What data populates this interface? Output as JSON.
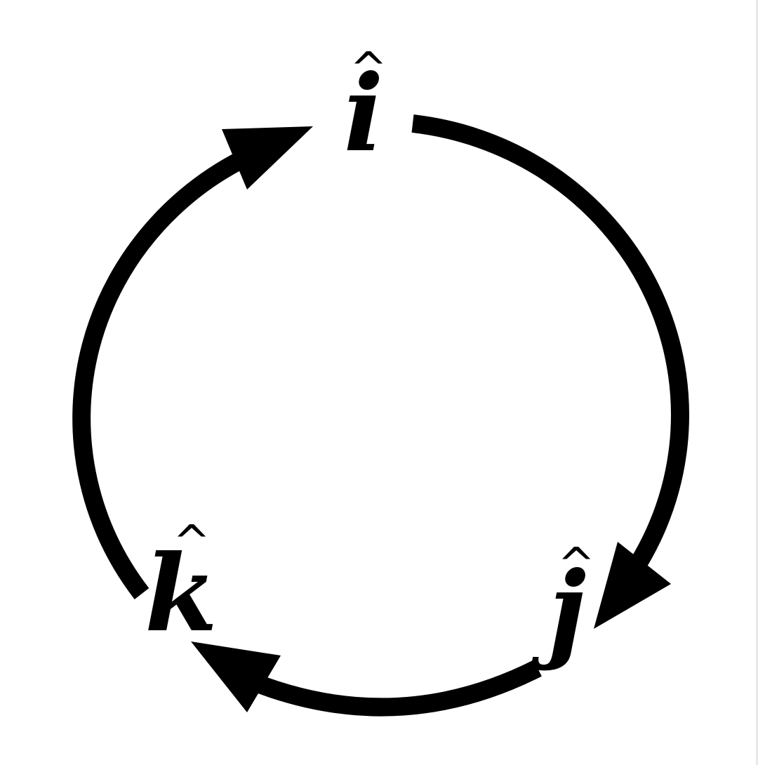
{
  "diagram": {
    "colors": {
      "background": "#ffffff",
      "ink": "#000000"
    },
    "nodes": [
      {
        "id": "i",
        "letter": "i",
        "hat": "^"
      },
      {
        "id": "j",
        "letter": "j",
        "hat": "^"
      },
      {
        "id": "k",
        "letter": "k",
        "hat": "^"
      }
    ],
    "edges": [
      {
        "from": "i",
        "to": "j",
        "direction": "clockwise"
      },
      {
        "from": "j",
        "to": "k",
        "direction": "clockwise"
      },
      {
        "from": "k",
        "to": "i",
        "direction": "clockwise"
      }
    ]
  }
}
